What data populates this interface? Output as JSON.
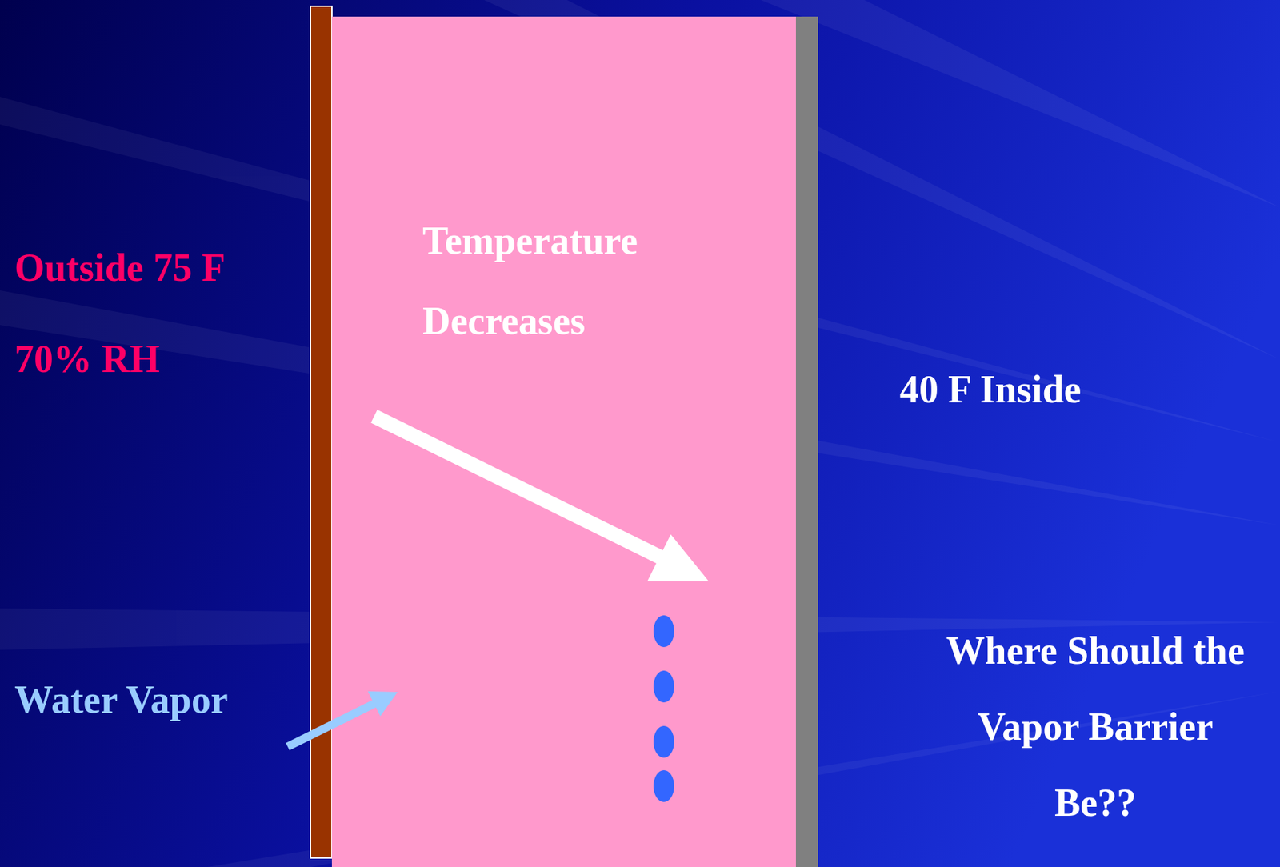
{
  "diagram": {
    "nodes": [
      {
        "text": [
          "Temperature Decreases"
        ]
      }
    ],
    "labels": [
      "Outside 75 F",
      "70% RH",
      "Water Vapor",
      "40 F Inside",
      "Where Should the Vapor Barrier Be??"
    ]
  }
}
